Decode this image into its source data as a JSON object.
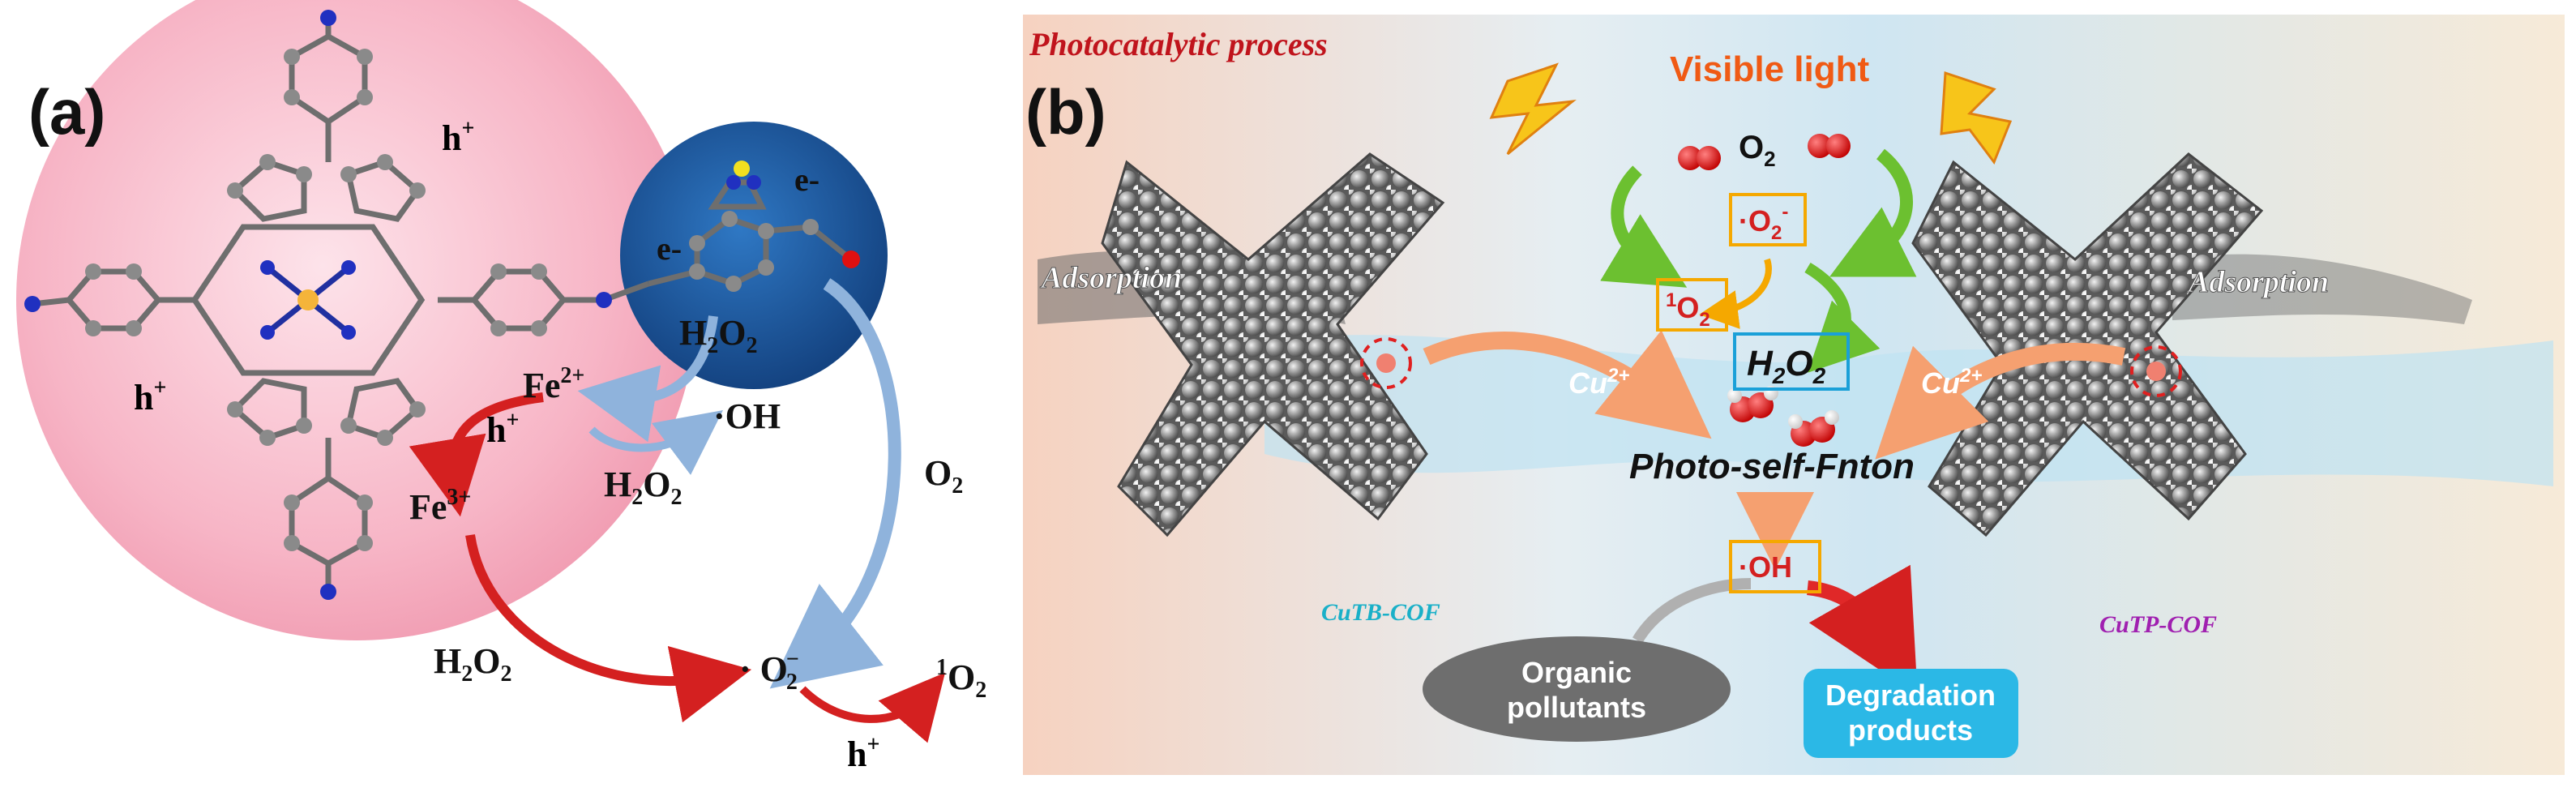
{
  "panel_a": {
    "label": "(a)",
    "h_plus_top": "h",
    "h_plus_left": "h",
    "h_plus_mid": "h",
    "h_plus_bottom": "h",
    "plus": "+",
    "e_minus_left": "e-",
    "e_minus_right": "e-",
    "h2o2_top": "H",
    "h2o2_top_o": "O",
    "fe2": "Fe",
    "fe2_charge": "2+",
    "fe3": "Fe",
    "fe3_charge": "3+",
    "oh": "·OH",
    "h2o2_mid": "H",
    "h2o2_mid_o": "O",
    "o2_right": "O",
    "h2o2_bottom": "H",
    "h2o2_bottom_o": "O",
    "superoxide": "· O",
    "superoxide_charge": "−",
    "sub2": "2",
    "singlet_sup": "1",
    "singlet": "O",
    "colors": {
      "pink_circle": "#f9b8c9",
      "blue_circle": "#1f5fa8",
      "red_arrow": "#d42020",
      "blue_arrow": "#8fb3dc"
    }
  },
  "panel_b": {
    "label": "(b)",
    "title": "Photocatalytic process",
    "visible_light": "Visible light",
    "o2": "O",
    "o2_sub": "2",
    "superoxide": "·O",
    "superoxide_sub": "2",
    "superoxide_sup": "-",
    "singlet_sup": "1",
    "singlet": "O",
    "singlet_sub": "2",
    "h2o2": "H",
    "h2o2_sub1": "2",
    "h2o2_o": "O",
    "h2o2_sub2": "2",
    "adsorption_left": "Adsorption",
    "adsorption_right": "Adsorption",
    "cu_left": "Cu",
    "cu_right": "Cu",
    "cu_charge": "2+",
    "photo_fenton": "Photo-self-Fnton",
    "oh": "·OH",
    "cutb": "CuTB-COF",
    "cutp": "CuTP-COF",
    "organic_line1": "Organic",
    "organic_line2": "pollutants",
    "degradation_line1": "Degradation",
    "degradation_line2": "products",
    "colors": {
      "title_red": "#c0141c",
      "visible_orange": "#f05a14",
      "box_orange": "#f5a800",
      "box_blue": "#1aa0d8",
      "cutb_cyan": "#1ab0c8",
      "cutp_purple": "#a020b0",
      "green_arrow": "#6cc030",
      "degradation_bg": "#2bb8e6"
    }
  }
}
